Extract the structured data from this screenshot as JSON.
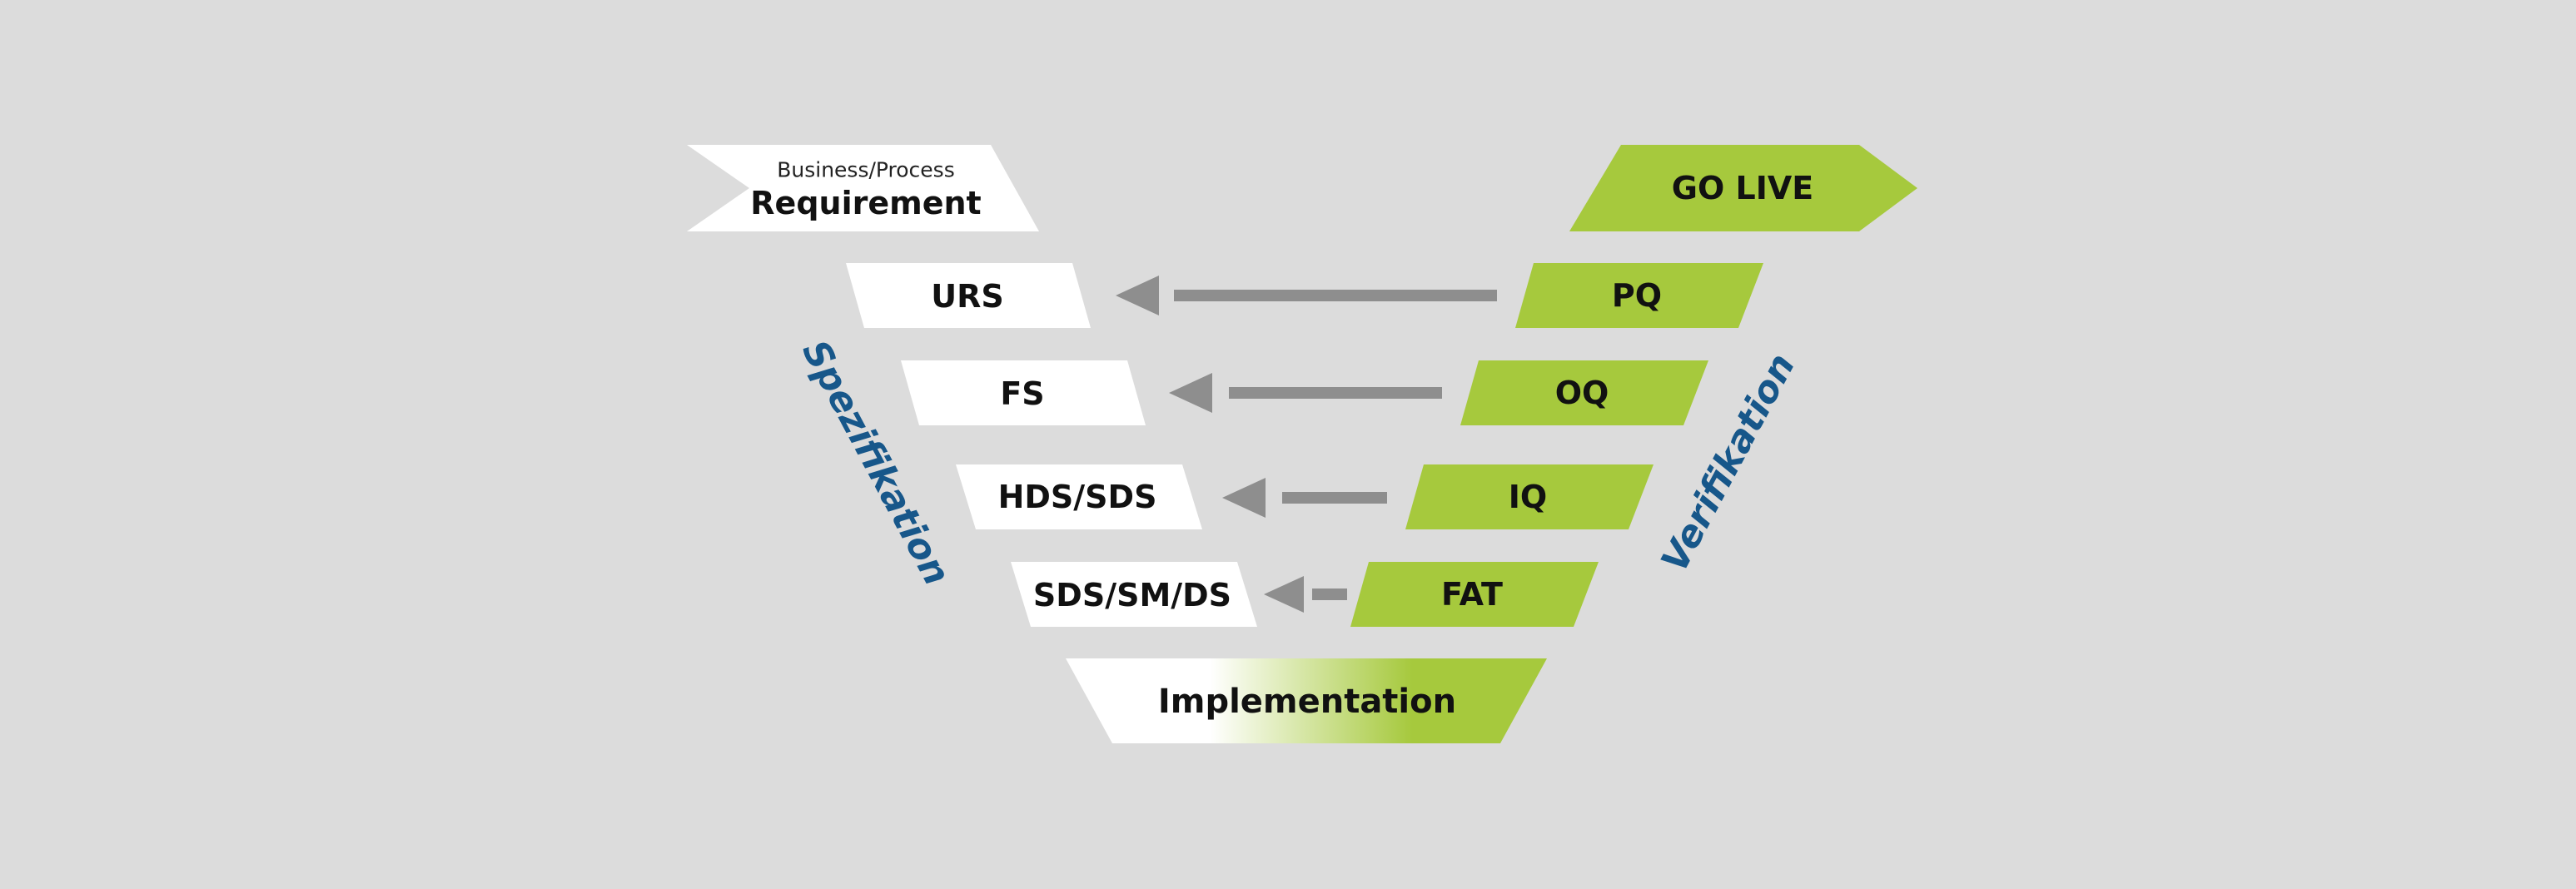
{
  "colors": {
    "background": "#dcdcdc",
    "spec_fill": "#ffffff",
    "verif_fill": "#a6c93d",
    "arrow": "#8e8e8e",
    "side_label": "#17578a",
    "text": "#111111"
  },
  "diagram": {
    "requirement": {
      "small": "Business/Process",
      "big": "Requirement"
    },
    "golive": "GO LIVE",
    "spec_label": "Spezifikation",
    "verif_label": "Verifikation",
    "implementation": "Implementation",
    "spec_steps": [
      "URS",
      "FS",
      "HDS/SDS",
      "SDS/SM/DS"
    ],
    "verif_steps": [
      "PQ",
      "OQ",
      "IQ",
      "FAT"
    ],
    "arrow_icons": [
      "arrow-left-icon",
      "arrow-left-icon",
      "arrow-left-icon",
      "arrow-left-icon"
    ]
  }
}
